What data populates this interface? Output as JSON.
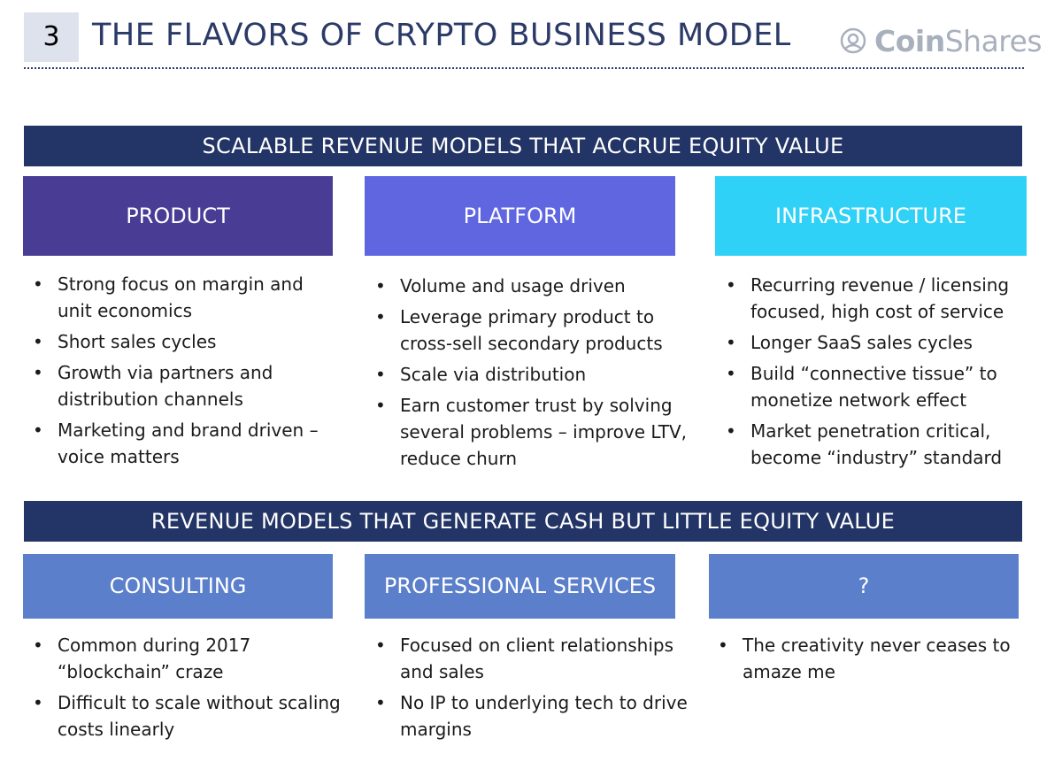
{
  "header": {
    "slide_number": "3",
    "title": "THE FLAVORS OF CRYPTO BUSINESS MODEL",
    "logo_bold": "Coin",
    "logo_light": "Shares"
  },
  "section1": {
    "banner": "SCALABLE REVENUE MODELS THAT ACCRUE EQUITY VALUE",
    "columns": [
      {
        "title": "PRODUCT",
        "color": "#483c95",
        "bullets": [
          "Strong focus on margin and unit economics",
          "Short sales cycles",
          "Growth via partners and distribution channels",
          "Marketing and brand driven – voice matters"
        ]
      },
      {
        "title": "PLATFORM",
        "color": "#5f66e0",
        "bullets": [
          "Volume and usage driven",
          "Leverage primary product to cross-sell secondary products",
          "Scale via distribution",
          "Earn customer trust by solving several problems – improve LTV, reduce churn"
        ]
      },
      {
        "title": "INFRASTRUCTURE",
        "color": "#2fd1f6",
        "bullets": [
          "Recurring revenue / licensing focused, high cost of service",
          "Longer SaaS sales cycles",
          "Build “connective tissue” to monetize network effect",
          "Market penetration critical, become “industry” standard"
        ]
      }
    ]
  },
  "section2": {
    "banner": "REVENUE MODELS THAT GENERATE CASH BUT LITTLE EQUITY VALUE",
    "columns": [
      {
        "title": "CONSULTING",
        "color": "#5b7fcb",
        "bullets": [
          "Common during 2017 “blockchain” craze",
          "Difficult to scale without scaling costs linearly"
        ]
      },
      {
        "title": "PROFESSIONAL SERVICES",
        "color": "#5b7fcb",
        "bullets": [
          "Focused on client relationships and sales",
          "No IP to underlying tech to drive margins"
        ]
      },
      {
        "title": "?",
        "color": "#5b7fcb",
        "bullets": [
          "The creativity never ceases to amaze me"
        ]
      }
    ]
  }
}
